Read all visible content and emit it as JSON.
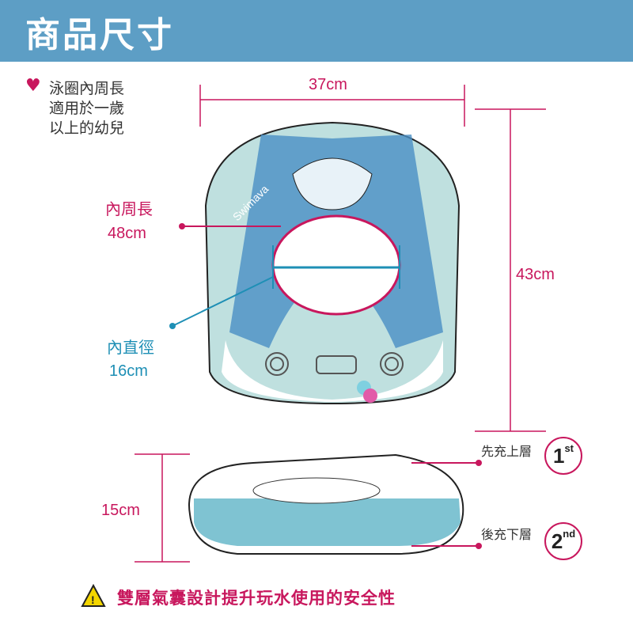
{
  "header": {
    "title": "商品尺寸"
  },
  "note": {
    "icon": "heart-icon",
    "lines": [
      "泳圈內周長",
      "適用於一歲",
      "以上的幼兒"
    ]
  },
  "dimensions": {
    "width": "37cm",
    "height": "43cm",
    "depth": "15cm"
  },
  "inner_circumference": {
    "label": "內周長",
    "value": "48cm"
  },
  "inner_diameter": {
    "label": "內直徑",
    "value": "16cm"
  },
  "inflate": [
    {
      "label": "先充上層",
      "num": "1",
      "suffix": "st"
    },
    {
      "label": "後充下層",
      "num": "2",
      "suffix": "nd"
    }
  ],
  "brand": "Swimava",
  "warning": {
    "icon": "warning-icon",
    "text": "雙層氣囊設計提升玩水使用的安全性"
  },
  "colors": {
    "header": "#5d9ec5",
    "accent": "#c8175d",
    "teal": "#1e8fb5"
  }
}
